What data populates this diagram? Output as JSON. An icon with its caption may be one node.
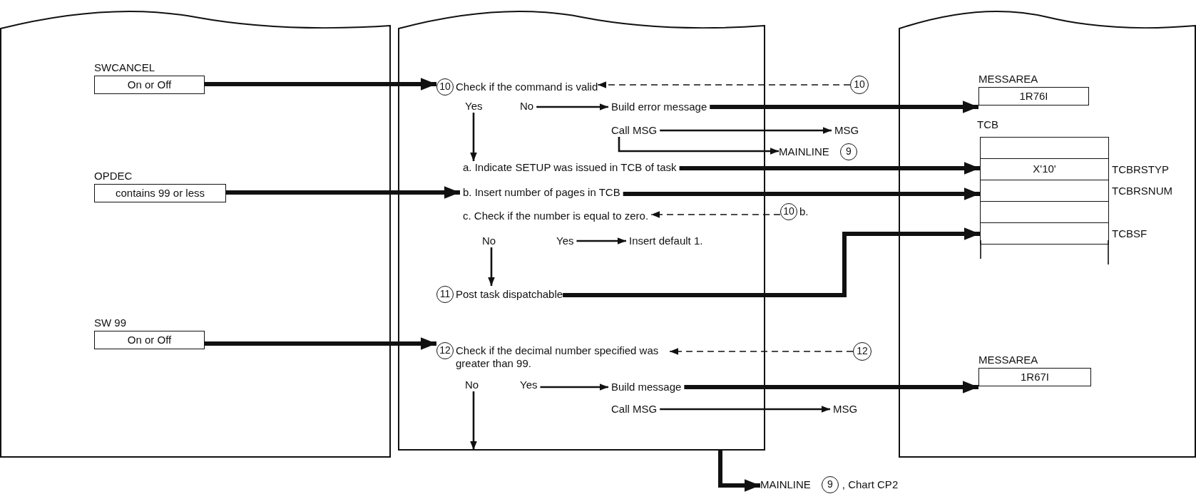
{
  "diagram": {
    "nodes": [
      {
        "text": [],
        "shape": "box"
      },
      {
        "text": [
          "SWCANCEL",
          "On or Off"
        ],
        "in": 0
      },
      {
        "text": [
          "OPDEC",
          "contains 99 or less"
        ],
        "in": 0
      },
      {
        "text": [
          "SW 99",
          "On or Off"
        ],
        "in": 0
      },
      {
        "text": [],
        "shape": "box"
      },
      {
        "text": [
          "10",
          "Check if the command is valid"
        ],
        "in": 4
      },
      {
        "text": [
          "Yes"
        ],
        "in": 4
      },
      {
        "text": [
          "No"
        ],
        "in": 4
      },
      {
        "text": [
          "Build error message"
        ],
        "in": 4
      },
      {
        "text": [
          "Call MSG"
        ],
        "in": 4
      },
      {
        "text": [
          "a. Indicate SETUP was issued in TCB of task"
        ],
        "in": 4
      },
      {
        "text": [
          "b. Insert number of pages in TCB"
        ],
        "in": 4
      },
      {
        "text": [
          "c. Check if the number is equal to zero."
        ],
        "in": 4
      },
      {
        "text": [
          "No"
        ],
        "in": 4
      },
      {
        "text": [
          "Yes"
        ],
        "in": 4
      },
      {
        "text": [
          "Insert default 1."
        ],
        "in": 4
      },
      {
        "text": [
          "11",
          "Post task dispatchable"
        ],
        "in": 4
      },
      {
        "text": [
          "12",
          "Check if the decimal number specified was greater than 99."
        ],
        "in": 4
      },
      {
        "text": [
          "No"
        ],
        "in": 4
      },
      {
        "text": [
          "Yes"
        ],
        "in": 4
      },
      {
        "text": [
          "Build message"
        ],
        "in": 4
      },
      {
        "text": [
          "Call MSG"
        ],
        "in": 4
      },
      {
        "text": [
          "10"
        ]
      },
      {
        "text": [
          "MSG"
        ]
      },
      {
        "text": [
          "MAINLINE",
          "9"
        ]
      },
      {
        "text": [
          "10",
          "b."
        ]
      },
      {
        "text": [
          "12"
        ]
      },
      {
        "text": [
          "MSG"
        ]
      },
      {
        "text": [],
        "shape": "box"
      },
      {
        "text": [
          "MESSAREA",
          "1R76I"
        ],
        "in": 28
      },
      {
        "text": [
          "TCB"
        ],
        "in": 28
      },
      {
        "text": [],
        "shape": "box",
        "in": 30
      },
      {
        "text": [
          "X'10'"
        ],
        "beside": [
          "TCBRSTYP"
        ],
        "in": 30
      },
      {
        "text": [],
        "shape": "box",
        "beside": [
          "TCBRSNUM"
        ],
        "in": 30
      },
      {
        "text": [],
        "shape": "box",
        "in": 30
      },
      {
        "text": [],
        "shape": "box",
        "beside": [
          "TCBSF"
        ],
        "in": 30
      },
      {
        "text": [
          "MESSAREA",
          "1R67I"
        ],
        "in": 28
      },
      {
        "text": [
          "MAINLINE",
          "9"
        ],
        "beside": [
          ", Chart CP2"
        ]
      }
    ],
    "edges": [
      {
        "from": 1,
        "to": 5,
        "arrow": "to",
        "style": "thick"
      },
      {
        "from": 22,
        "to": 5,
        "arrow": "to",
        "style": "dashed"
      },
      {
        "from": 7,
        "to": 8,
        "arrow": "to"
      },
      {
        "from": 8,
        "to": 29,
        "arrow": "to",
        "style": "thick"
      },
      {
        "from": 9,
        "to": 23,
        "arrow": "to"
      },
      {
        "from": 9,
        "to": 24,
        "arrow": "to"
      },
      {
        "from": 6,
        "to": 10,
        "arrow": "to"
      },
      {
        "from": 10,
        "to": 32,
        "arrow": "to",
        "style": "thick"
      },
      {
        "from": 2,
        "to": 11,
        "arrow": "to",
        "style": "thick"
      },
      {
        "from": 11,
        "to": 33,
        "arrow": "to",
        "style": "thick"
      },
      {
        "from": 25,
        "to": 12,
        "arrow": "to",
        "style": "dashed"
      },
      {
        "from": 14,
        "to": 15,
        "arrow": "to"
      },
      {
        "from": 13,
        "to": 16,
        "arrow": "to"
      },
      {
        "from": 16,
        "to": 35,
        "arrow": "to",
        "style": "thick"
      },
      {
        "from": 3,
        "to": 17,
        "arrow": "to",
        "style": "thick"
      },
      {
        "from": 26,
        "to": 17,
        "arrow": "to",
        "style": "dashed"
      },
      {
        "from": 19,
        "to": 20,
        "arrow": "to"
      },
      {
        "from": 20,
        "to": 36,
        "arrow": "to",
        "style": "thick"
      },
      {
        "from": 21,
        "to": 27,
        "arrow": "to"
      },
      {
        "from": 18,
        "to": null,
        "arrow": "to"
      },
      {
        "from": 4,
        "to": 37,
        "arrow": "to",
        "style": "thick"
      }
    ]
  }
}
